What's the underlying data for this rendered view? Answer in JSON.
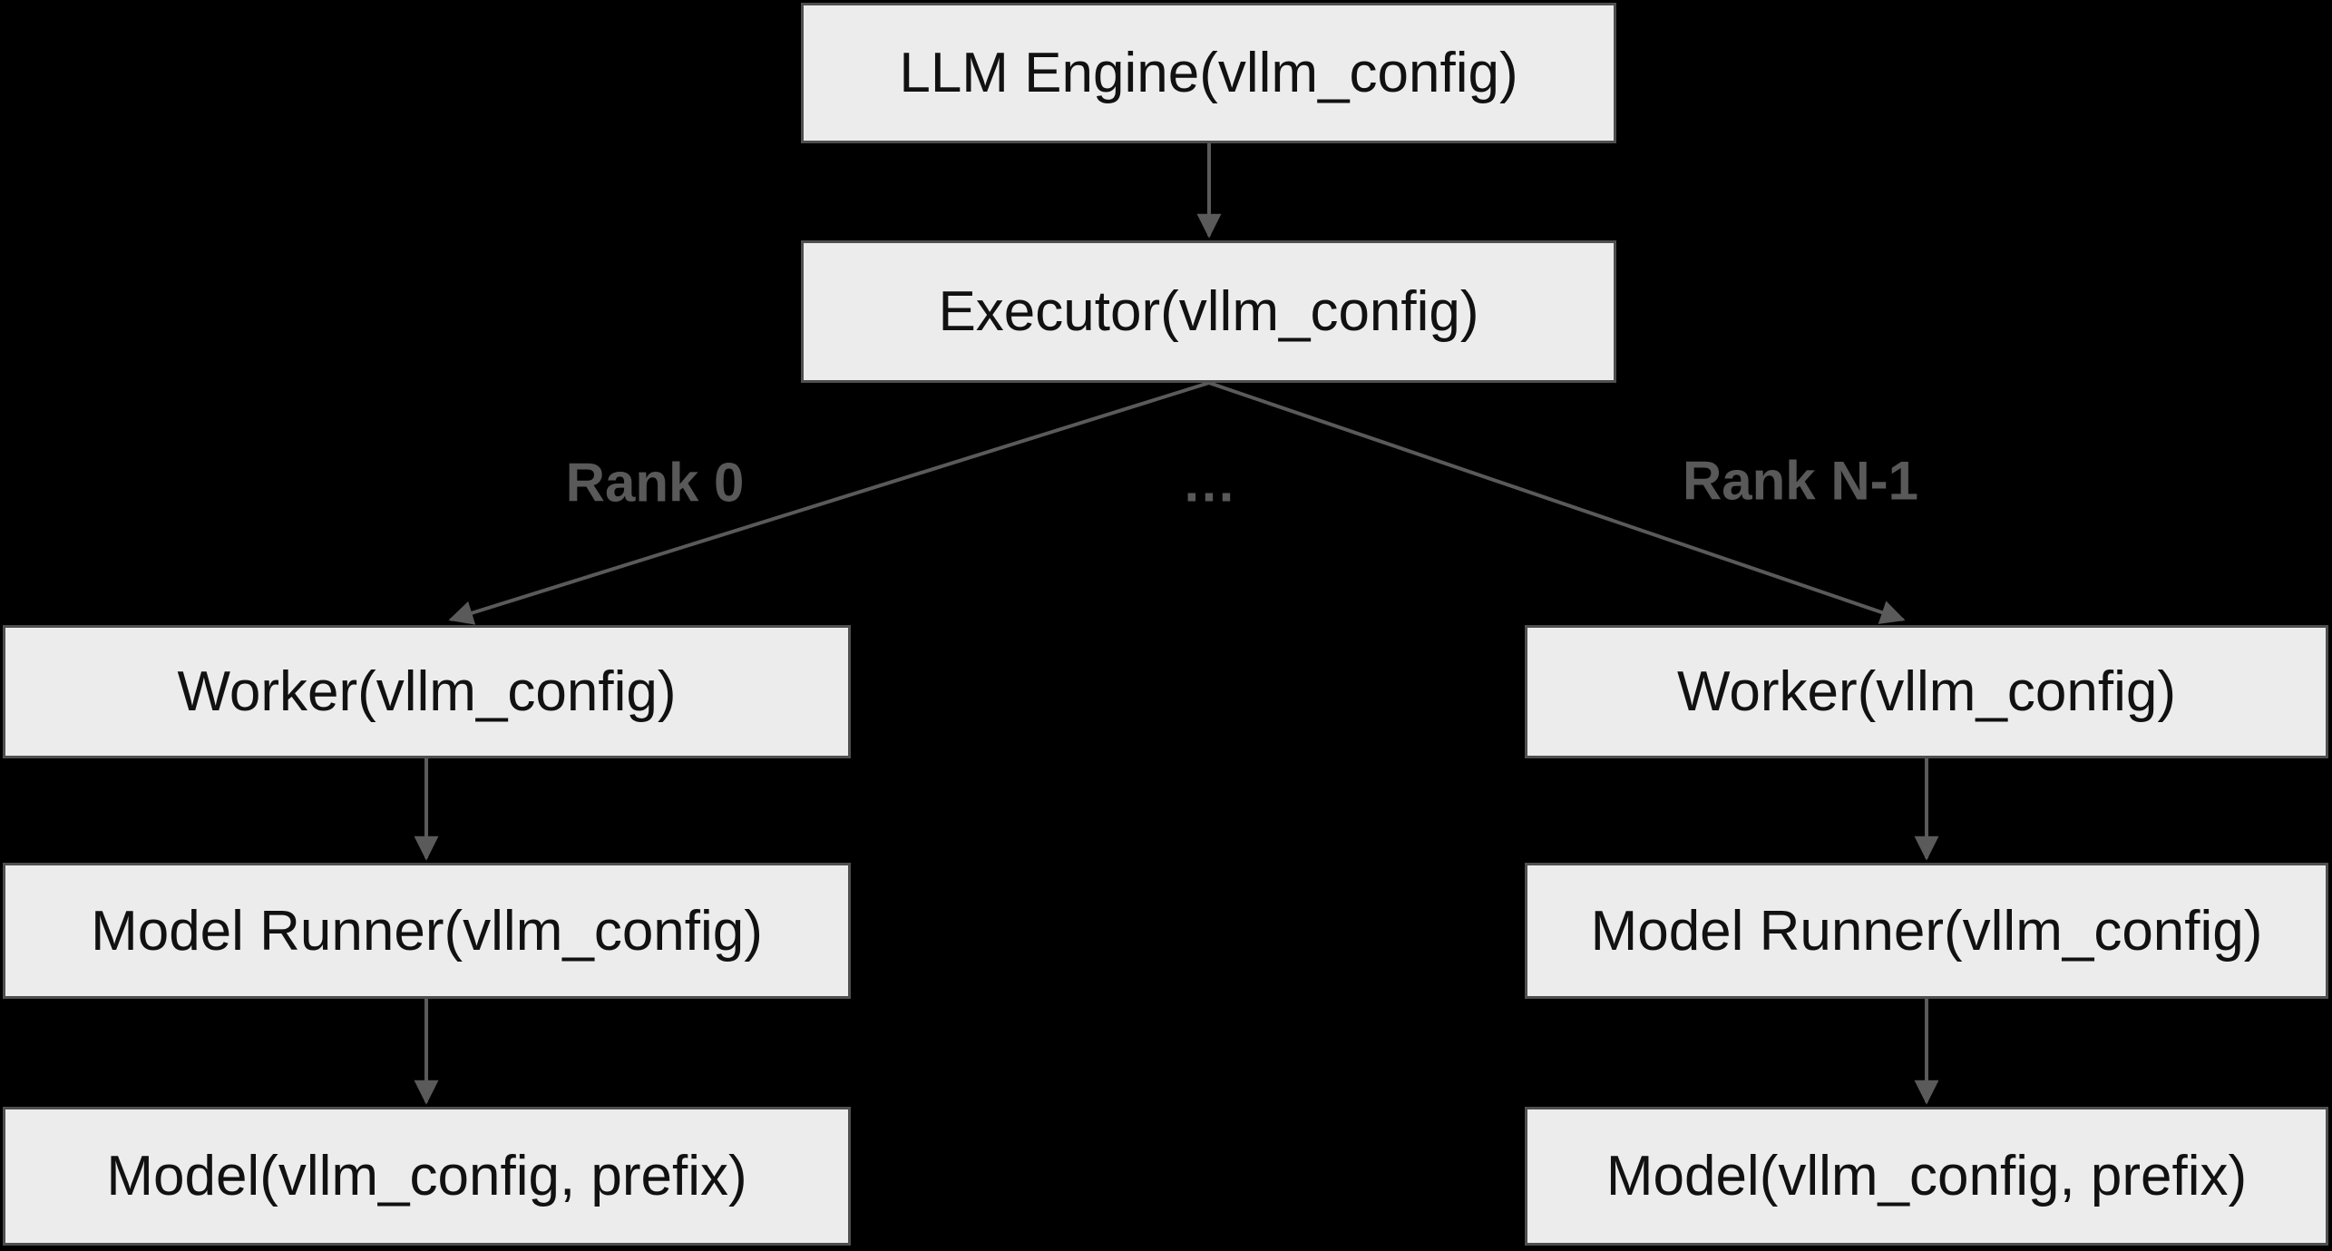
{
  "colors": {
    "background": "#000000",
    "node_fill": "#ececec",
    "node_border": "#4f4f4f",
    "node_text": "#111111",
    "edge": "#5a5a5a",
    "edge_label": "#595959"
  },
  "nodes": {
    "llm_engine": {
      "label": "LLM Engine(vllm_config)"
    },
    "executor": {
      "label": "Executor(vllm_config)"
    },
    "worker_left": {
      "label": "Worker(vllm_config)"
    },
    "worker_right": {
      "label": "Worker(vllm_config)"
    },
    "model_runner_left": {
      "label": "Model Runner(vllm_config)"
    },
    "model_runner_right": {
      "label": "Model Runner(vllm_config)"
    },
    "model_left": {
      "label": "Model(vllm_config, prefix)"
    },
    "model_right": {
      "label": "Model(vllm_config, prefix)"
    }
  },
  "edge_labels": {
    "rank0": "Rank 0",
    "ellipsis": "…",
    "rankN": "Rank N-1"
  }
}
